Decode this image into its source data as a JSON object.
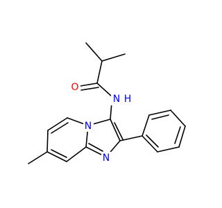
{
  "molecule": {
    "atoms": {
      "oxygen": {
        "symbol": "O",
        "color": "#ff0000"
      },
      "amide_nitrogen": {
        "symbol": "N",
        "color": "#0000ff"
      },
      "amide_hydrogen": {
        "symbol": "H",
        "color": "#0000ff"
      },
      "ring_nitrogen_bridge": {
        "symbol": "N",
        "color": "#0000ff"
      },
      "ring_nitrogen_imidazole": {
        "symbol": "N",
        "color": "#0000ff"
      }
    },
    "bond_color": "#000000"
  }
}
